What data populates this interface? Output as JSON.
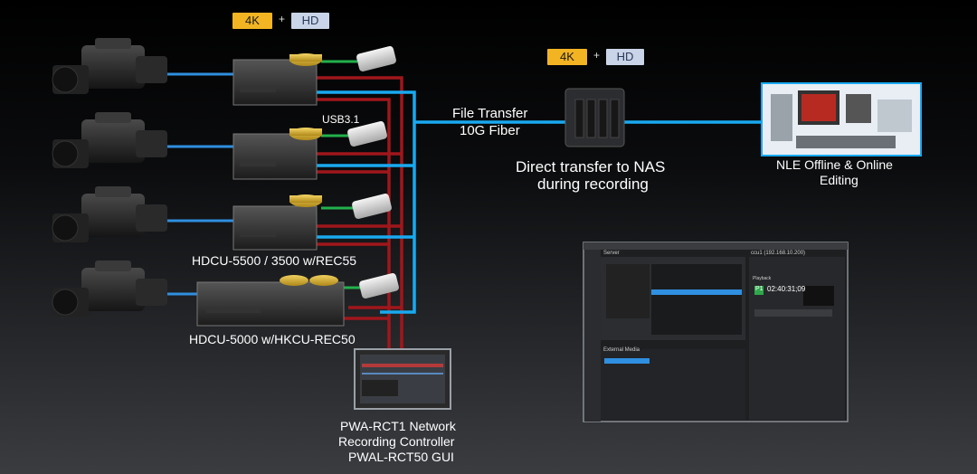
{
  "badges": {
    "top": {
      "k4": "4K",
      "plus": "+",
      "hd": "HD"
    },
    "nas": {
      "k4": "4K",
      "plus": "+",
      "hd": "HD"
    }
  },
  "labels": {
    "usb": "USB3.1",
    "file_transfer": "File Transfer",
    "fiber": "10G Fiber",
    "nas_line1": "Direct transfer to NAS",
    "nas_line2": "during recording",
    "nle_line1": "NLE Offline & Online",
    "nle_line2": "Editing",
    "hdcu5500": "HDCU-5500 / 3500 w/REC55",
    "hdcu5000": "HDCU-5000 w/HKCU-REC50",
    "pwa_line1": "PWA-RCT1 Network",
    "pwa_line2": "Recording Controller",
    "pwa_line3": "PWAL-RCT50 GUI"
  },
  "gui": {
    "server_title": "Server",
    "right_title": "ccu1 (192.168.10.200)",
    "playback": "Playback",
    "p1": "P1",
    "timecode": "02:40:31;09",
    "external_media": "External Media"
  },
  "colors": {
    "blue_link": "#2f8fe0",
    "fiber": "#19a9f0",
    "red_link": "#a0161b",
    "green_link": "#22b14c",
    "badge_4k": "#f3b424",
    "badge_hd": "#c9d4e8"
  }
}
